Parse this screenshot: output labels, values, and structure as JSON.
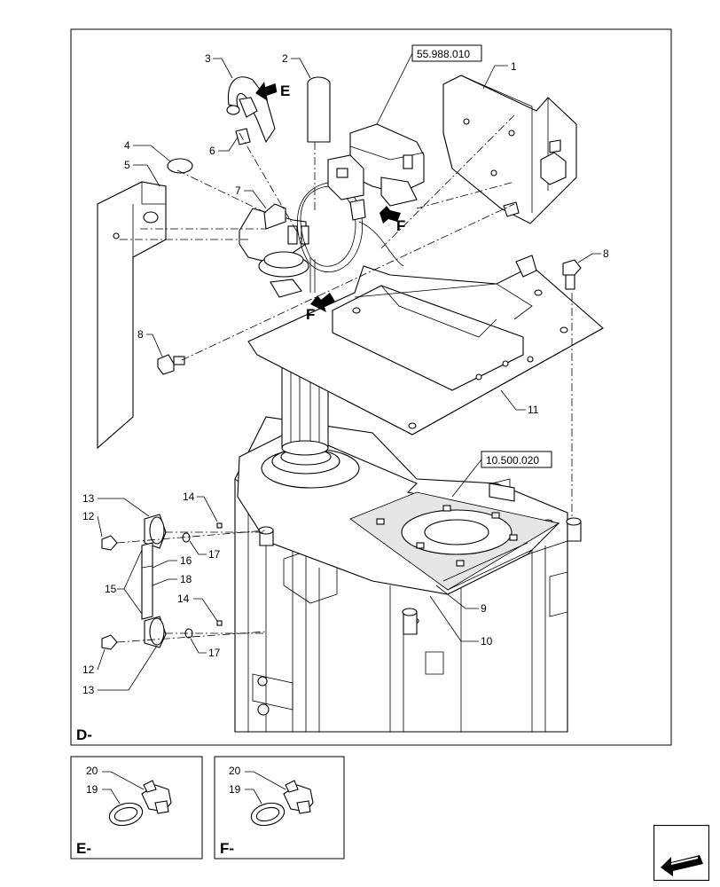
{
  "views": {
    "main": {
      "label": "D-"
    },
    "detail_e": {
      "label": "E-"
    },
    "detail_f": {
      "label": "F-"
    }
  },
  "references": {
    "ref_top": "55.988.010",
    "ref_mid": "10.500.020"
  },
  "arrows": {
    "e": "E",
    "f1": "F",
    "f2": "F"
  },
  "callouts": {
    "c1": "1",
    "c2": "2",
    "c3": "3",
    "c4": "4",
    "c5": "5",
    "c6": "6",
    "c7": "7",
    "c8a": "8",
    "c8b": "8",
    "c9": "9",
    "c10": "10",
    "c11": "11",
    "c12a": "12",
    "c12b": "12",
    "c13a": "13",
    "c13b": "13",
    "c14a": "14",
    "c14b": "14",
    "c15": "15",
    "c16": "16",
    "c17a": "17",
    "c17b": "17",
    "c18": "18"
  },
  "detail_e_callouts": {
    "c20": "20",
    "c19": "19"
  },
  "detail_f_callouts": {
    "c20": "20",
    "c19": "19"
  },
  "icons": {
    "nav": "next-page-arrow-icon"
  }
}
